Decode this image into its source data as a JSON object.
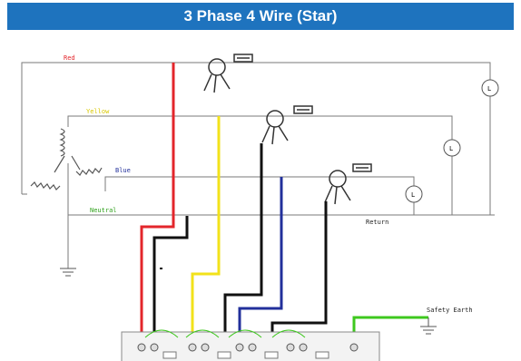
{
  "title": "3 Phase 4 Wire (Star)",
  "labels": {
    "red": "Red",
    "yellow": "Yellow",
    "blue": "Blue",
    "neutral": "Neutral",
    "return": "Return",
    "safety_earth": "Safety Earth",
    "load": "L"
  },
  "colors": {
    "title_bg": "#1e73be",
    "red": "#e3262b",
    "yellow": "#f2e21a",
    "blue": "#22309b",
    "green": "#3ec81e",
    "black": "#111111",
    "line": "#7a7a7a"
  },
  "icons": [
    "current-clamp-icon",
    "load-icon",
    "ground-icon",
    "winding-coil-icon"
  ]
}
